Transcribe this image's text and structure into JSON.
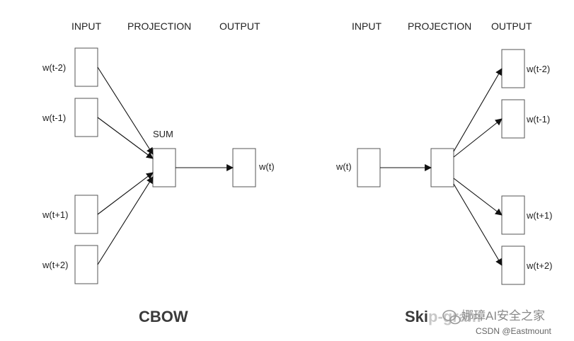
{
  "cbow": {
    "headers": {
      "input": "INPUT",
      "projection": "PROJECTION",
      "output": "OUTPUT"
    },
    "inputs": [
      "w(t-2)",
      "w(t-1)",
      "w(t+1)",
      "w(t+2)"
    ],
    "sum_label": "SUM",
    "output": "w(t)",
    "title": "CBOW"
  },
  "skipgram": {
    "headers": {
      "input": "INPUT",
      "projection": "PROJECTION",
      "output": "OUTPUT"
    },
    "input": "w(t)",
    "outputs": [
      "w(t-2)",
      "w(t-1)",
      "w(t+1)",
      "w(t+2)"
    ],
    "title": "Skip-gram"
  },
  "watermark": {
    "channel": "娜璋AI安全之家",
    "csdn": "CSDN @Eastmount"
  }
}
